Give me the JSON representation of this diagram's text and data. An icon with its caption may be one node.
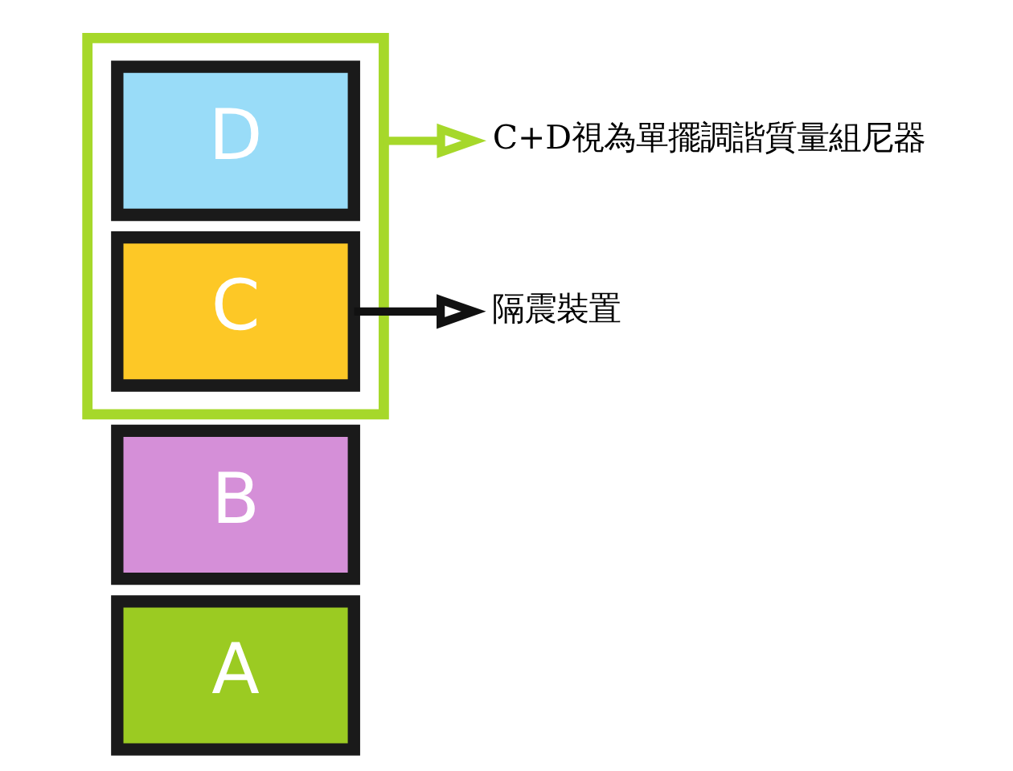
{
  "diagram": {
    "nodes": [
      {
        "text": [],
        "shape": "box"
      },
      {
        "text": [
          "D"
        ],
        "in": 0
      },
      {
        "text": [
          "C"
        ],
        "in": 0
      },
      {
        "text": [
          "B"
        ]
      },
      {
        "text": [
          "A"
        ]
      },
      {
        "text": [
          "C+D視為單擺調諧質量組尼器"
        ]
      },
      {
        "text": [
          "隔震裝置"
        ]
      }
    ],
    "edges": [
      {
        "from": 0,
        "to": 5,
        "arrow": "to",
        "color": "#a6d82a"
      },
      {
        "from": 2,
        "to": 6,
        "arrow": "to",
        "color": "#111111"
      }
    ]
  }
}
